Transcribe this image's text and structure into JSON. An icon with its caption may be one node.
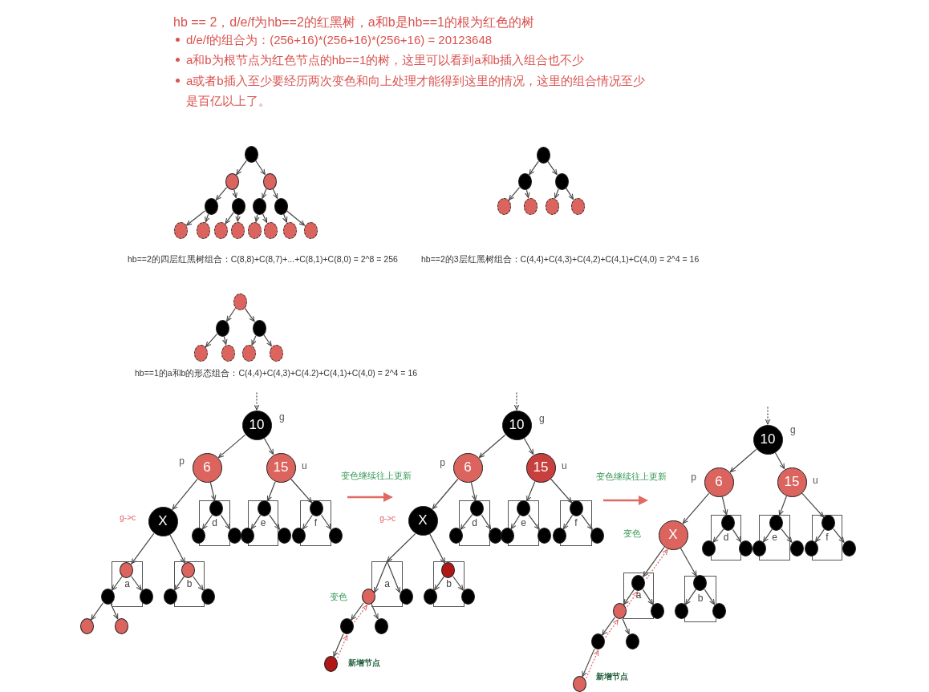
{
  "diagram": {
    "nodes": [
      {
        "text": [],
        "shape": "circle"
      },
      {
        "text": [],
        "shape": "circle"
      },
      {
        "text": [],
        "shape": "circle"
      },
      {
        "text": [],
        "shape": "circle"
      },
      {
        "text": [],
        "shape": "circle"
      },
      {
        "text": [],
        "shape": "circle"
      },
      {
        "text": [],
        "shape": "circle"
      },
      {
        "text": [],
        "shape": "circle"
      },
      {
        "text": [],
        "shape": "circle"
      },
      {
        "text": [],
        "shape": "circle"
      },
      {
        "text": [],
        "shape": "circle"
      },
      {
        "text": [],
        "shape": "circle"
      },
      {
        "text": [],
        "shape": "circle"
      },
      {
        "text": [],
        "shape": "circle"
      },
      {
        "text": [],
        "shape": "circle"
      },
      {
        "text": [],
        "shape": "circle"
      },
      {
        "text": [],
        "shape": "circle"
      },
      {
        "text": [],
        "shape": "circle"
      },
      {
        "text": [],
        "shape": "circle"
      },
      {
        "text": [],
        "shape": "circle"
      },
      {
        "text": [],
        "shape": "circle"
      },
      {
        "text": [],
        "shape": "circle"
      },
      {
        "text": [],
        "shape": "circle"
      },
      {
        "text": [],
        "shape": "circle"
      },
      {
        "text": [],
        "shape": "circle"
      },
      {
        "text": [],
        "shape": "circle"
      },
      {
        "text": [],
        "shape": "circle"
      },
      {
        "text": [],
        "shape": "circle"
      },
      {
        "text": [],
        "shape": "circle"
      },
      {
        "text": [
          "10"
        ],
        "beside": [
          "g"
        ]
      },
      {
        "text": [
          "6"
        ],
        "beside": [
          "p"
        ]
      },
      {
        "text": [
          "15"
        ],
        "beside": [
          "u"
        ]
      },
      {
        "text": [
          "X"
        ],
        "beside": [
          "g->c"
        ]
      },
      {
        "text": [
          "d"
        ]
      },
      {
        "text": [],
        "shape": "circle",
        "in": 33
      },
      {
        "text": [],
        "shape": "circle"
      },
      {
        "text": [],
        "shape": "circle"
      },
      {
        "text": [
          "e"
        ]
      },
      {
        "text": [],
        "shape": "circle",
        "in": 37
      },
      {
        "text": [],
        "shape": "circle"
      },
      {
        "text": [],
        "shape": "circle"
      },
      {
        "text": [
          "f"
        ]
      },
      {
        "text": [],
        "shape": "circle",
        "in": 41
      },
      {
        "text": [],
        "shape": "circle"
      },
      {
        "text": [],
        "shape": "circle"
      },
      {
        "text": [
          "a"
        ]
      },
      {
        "text": [],
        "shape": "circle",
        "in": 45
      },
      {
        "text": [],
        "shape": "circle"
      },
      {
        "text": [],
        "shape": "circle"
      },
      {
        "text": [
          "b"
        ]
      },
      {
        "text": [],
        "shape": "circle",
        "in": 49
      },
      {
        "text": [],
        "shape": "circle"
      },
      {
        "text": [],
        "shape": "circle"
      },
      {
        "text": [],
        "shape": "circle"
      },
      {
        "text": [],
        "shape": "circle"
      },
      {
        "text": [
          "10"
        ],
        "beside": [
          "g"
        ]
      },
      {
        "text": [
          "6"
        ],
        "beside": [
          "p"
        ]
      },
      {
        "text": [
          "15"
        ],
        "beside": [
          "u"
        ]
      },
      {
        "text": [
          "X"
        ],
        "beside": [
          "g->c"
        ]
      },
      {
        "text": [
          "d"
        ]
      },
      {
        "text": [],
        "shape": "circle",
        "in": 59
      },
      {
        "text": [],
        "shape": "circle"
      },
      {
        "text": [],
        "shape": "circle"
      },
      {
        "text": [
          "e"
        ]
      },
      {
        "text": [],
        "shape": "circle",
        "in": 63
      },
      {
        "text": [],
        "shape": "circle"
      },
      {
        "text": [],
        "shape": "circle"
      },
      {
        "text": [
          "f"
        ]
      },
      {
        "text": [],
        "shape": "circle",
        "in": 67
      },
      {
        "text": [],
        "shape": "circle"
      },
      {
        "text": [],
        "shape": "circle"
      },
      {
        "text": [
          "a"
        ]
      },
      {
        "text": [],
        "shape": "circle"
      },
      {
        "text": [],
        "shape": "circle",
        "beside": [
          "变色"
        ]
      },
      {
        "text": [],
        "shape": "circle"
      },
      {
        "text": [],
        "shape": "circle"
      },
      {
        "text": [],
        "shape": "circle",
        "beside": [
          "新增节点"
        ]
      },
      {
        "text": [
          "b"
        ]
      },
      {
        "text": [],
        "shape": "circle",
        "in": 77
      },
      {
        "text": [],
        "shape": "circle"
      },
      {
        "text": [],
        "shape": "circle"
      },
      {
        "text": [
          "10"
        ],
        "beside": [
          "g"
        ]
      },
      {
        "text": [
          "6"
        ],
        "beside": [
          "p"
        ]
      },
      {
        "text": [
          "15"
        ],
        "beside": [
          "u"
        ]
      },
      {
        "text": [
          "X"
        ],
        "beside": [
          "变色"
        ]
      },
      {
        "text": [
          "d"
        ]
      },
      {
        "text": [],
        "shape": "circle",
        "in": 85
      },
      {
        "text": [],
        "shape": "circle"
      },
      {
        "text": [],
        "shape": "circle"
      },
      {
        "text": [
          "e"
        ]
      },
      {
        "text": [],
        "shape": "circle",
        "in": 89
      },
      {
        "text": [],
        "shape": "circle"
      },
      {
        "text": [],
        "shape": "circle"
      },
      {
        "text": [
          "f"
        ]
      },
      {
        "text": [],
        "shape": "circle",
        "in": 93
      },
      {
        "text": [],
        "shape": "circle"
      },
      {
        "text": [],
        "shape": "circle"
      },
      {
        "text": [
          "a"
        ]
      },
      {
        "text": [],
        "shape": "circle",
        "in": 97
      },
      {
        "text": [],
        "shape": "circle"
      },
      {
        "text": [],
        "shape": "circle"
      },
      {
        "text": [],
        "shape": "circle"
      },
      {
        "text": [],
        "shape": "circle"
      },
      {
        "text": [],
        "shape": "circle",
        "beside": [
          "新增节点"
        ]
      },
      {
        "text": [
          "b"
        ]
      },
      {
        "text": [],
        "shape": "circle",
        "in": 104
      },
      {
        "text": [],
        "shape": "circle"
      },
      {
        "text": [],
        "shape": "circle"
      }
    ],
    "edges": [
      {
        "from": 0,
        "to": 1,
        "arrow": "to"
      },
      {
        "from": 0,
        "to": 2,
        "arrow": "to"
      },
      {
        "from": 1,
        "to": 3,
        "arrow": "to"
      },
      {
        "from": 1,
        "to": 4,
        "arrow": "to"
      },
      {
        "from": 2,
        "to": 5,
        "arrow": "to"
      },
      {
        "from": 2,
        "to": 6,
        "arrow": "to"
      },
      {
        "from": 3,
        "to": 7,
        "arrow": "to"
      },
      {
        "from": 3,
        "to": 8,
        "arrow": "to"
      },
      {
        "from": 4,
        "to": 9,
        "arrow": "to"
      },
      {
        "from": 4,
        "to": 10,
        "arrow": "to"
      },
      {
        "from": 5,
        "to": 11,
        "arrow": "to"
      },
      {
        "from": 5,
        "to": 12,
        "arrow": "to"
      },
      {
        "from": 6,
        "to": 13,
        "arrow": "to"
      },
      {
        "from": 6,
        "to": 14,
        "arrow": "to"
      },
      {
        "from": 15,
        "to": 16,
        "arrow": "to"
      },
      {
        "from": 15,
        "to": 17,
        "arrow": "to"
      },
      {
        "from": 16,
        "to": 18,
        "arrow": "to"
      },
      {
        "from": 16,
        "to": 19,
        "arrow": "to"
      },
      {
        "from": 17,
        "to": 20,
        "arrow": "to"
      },
      {
        "from": 17,
        "to": 21,
        "arrow": "to"
      },
      {
        "from": 22,
        "to": 23,
        "arrow": "to"
      },
      {
        "from": 22,
        "to": 24,
        "arrow": "to"
      },
      {
        "from": 23,
        "to": 25,
        "arrow": "to"
      },
      {
        "from": 23,
        "to": 26,
        "arrow": "to"
      },
      {
        "from": 24,
        "to": 27,
        "arrow": "to"
      },
      {
        "from": 24,
        "to": 28,
        "arrow": "to"
      },
      {
        "from": null,
        "to": 29,
        "arrow": "to",
        "style": "dashed"
      },
      {
        "from": 29,
        "to": 30,
        "arrow": "to"
      },
      {
        "from": 29,
        "to": 31,
        "arrow": "to"
      },
      {
        "from": 30,
        "to": 32,
        "arrow": "to"
      },
      {
        "from": 30,
        "to": 34,
        "arrow": "to"
      },
      {
        "from": 31,
        "to": 38,
        "arrow": "to"
      },
      {
        "from": 31,
        "to": 42,
        "arrow": "to"
      },
      {
        "from": 32,
        "to": 46,
        "arrow": "to"
      },
      {
        "from": 32,
        "to": 50,
        "arrow": "to"
      },
      {
        "from": 34,
        "to": 35,
        "arrow": "to"
      },
      {
        "from": 34,
        "to": 36,
        "arrow": "to"
      },
      {
        "from": 38,
        "to": 39,
        "arrow": "to"
      },
      {
        "from": 38,
        "to": 40,
        "arrow": "to"
      },
      {
        "from": 42,
        "to": 43,
        "arrow": "to"
      },
      {
        "from": 42,
        "to": 44,
        "arrow": "to"
      },
      {
        "from": 46,
        "to": 47,
        "arrow": "to"
      },
      {
        "from": 46,
        "to": 48,
        "arrow": "to"
      },
      {
        "from": 50,
        "to": 51,
        "arrow": "to"
      },
      {
        "from": 50,
        "to": 52,
        "arrow": "to"
      },
      {
        "from": 47,
        "to": 53,
        "arrow": "to"
      },
      {
        "from": 47,
        "to": 54,
        "arrow": "to"
      },
      {
        "from": null,
        "to": 55,
        "arrow": "to",
        "style": "dashed"
      },
      {
        "from": 55,
        "to": 56,
        "arrow": "to"
      },
      {
        "from": 55,
        "to": 57,
        "arrow": "to"
      },
      {
        "from": 56,
        "to": 58,
        "arrow": "to"
      },
      {
        "from": 56,
        "to": 60,
        "arrow": "to"
      },
      {
        "from": 57,
        "to": 64,
        "arrow": "to"
      },
      {
        "from": 57,
        "to": 68,
        "arrow": "to"
      },
      {
        "from": 58,
        "to": 71,
        "arrow": "to"
      },
      {
        "from": 58,
        "to": 78,
        "arrow": "to"
      },
      {
        "from": 60,
        "to": 61,
        "arrow": "to"
      },
      {
        "from": 60,
        "to": 62,
        "arrow": "to"
      },
      {
        "from": 64,
        "to": 65,
        "arrow": "to"
      },
      {
        "from": 64,
        "to": 66,
        "arrow": "to"
      },
      {
        "from": 68,
        "to": 69,
        "arrow": "to"
      },
      {
        "from": 68,
        "to": 70,
        "arrow": "to"
      },
      {
        "from": 71,
        "to": 73,
        "arrow": "to"
      },
      {
        "from": 71,
        "to": 72,
        "arrow": "to"
      },
      {
        "from": 78,
        "to": 79,
        "arrow": "to"
      },
      {
        "from": 78,
        "to": 80,
        "arrow": "to"
      },
      {
        "from": 73,
        "to": 74,
        "arrow": "to"
      },
      {
        "from": 73,
        "to": 75,
        "arrow": "to"
      },
      {
        "from": 74,
        "to": 76,
        "arrow": "to"
      },
      {
        "from": 76,
        "to": 74,
        "arrow": "to",
        "style": "dashed",
        "color": "#e06060"
      },
      {
        "from": 74,
        "to": 73,
        "arrow": "to",
        "style": "dashed",
        "color": "#e06060"
      },
      {
        "from": null,
        "to": 81,
        "arrow": "to",
        "style": "dashed"
      },
      {
        "from": 81,
        "to": 82,
        "arrow": "to"
      },
      {
        "from": 81,
        "to": 83,
        "arrow": "to"
      },
      {
        "from": 82,
        "to": 84,
        "arrow": "to"
      },
      {
        "from": 82,
        "to": 86,
        "arrow": "to"
      },
      {
        "from": 83,
        "to": 90,
        "arrow": "to"
      },
      {
        "from": 83,
        "to": 94,
        "arrow": "to"
      },
      {
        "from": 84,
        "to": 98,
        "arrow": "to"
      },
      {
        "from": 84,
        "to": 105,
        "arrow": "to"
      },
      {
        "from": 86,
        "to": 87,
        "arrow": "to"
      },
      {
        "from": 86,
        "to": 88,
        "arrow": "to"
      },
      {
        "from": 90,
        "to": 91,
        "arrow": "to"
      },
      {
        "from": 90,
        "to": 92,
        "arrow": "to"
      },
      {
        "from": 94,
        "to": 95,
        "arrow": "to"
      },
      {
        "from": 94,
        "to": 96,
        "arrow": "to"
      },
      {
        "from": 98,
        "to": 100,
        "arrow": "to"
      },
      {
        "from": 98,
        "to": 99,
        "arrow": "to"
      },
      {
        "from": 105,
        "to": 106,
        "arrow": "to"
      },
      {
        "from": 105,
        "to": 107,
        "arrow": "to"
      },
      {
        "from": 100,
        "to": 101,
        "arrow": "to"
      },
      {
        "from": 100,
        "to": 102,
        "arrow": "to"
      },
      {
        "from": 101,
        "to": 103,
        "arrow": "to"
      },
      {
        "from": 103,
        "to": 101,
        "arrow": "to",
        "style": "dashed",
        "color": "#e06060"
      },
      {
        "from": 101,
        "to": 100,
        "arrow": "to",
        "style": "dashed",
        "color": "#e06060"
      },
      {
        "from": 100,
        "to": 98,
        "arrow": "to",
        "style": "dashed",
        "color": "#e06060"
      },
      {
        "from": 98,
        "to": 84,
        "arrow": "to",
        "style": "dashed",
        "color": "#e06060"
      }
    ],
    "labels": [
      "hb == 2，d/e/f为hb==2的红黑树，a和b是hb==1的根为红色的树",
      "d/e/f的组合为：(256+16)*(256+16)*(256+16) = 20123648",
      "a和b为根节点为红色节点的hb==1的树，这里可以看到a和b插入组合也不少",
      "a或者b插入至少要经历两次变色和向上处理才能得到这里的情况，这里的组合情况至少是百亿以上了。",
      "hb==2的四层红黑树组合：C(8,8)+C(8,7)+...+C(8,1)+C(8,0) = 2^8 = 256",
      "hb==2的3层红黑树组合：C(4,4)+C(4,3)+C(4,2)+C(4,1)+C(4,0) = 2^4 = 16",
      "hb==1的a和b的形态组合：C(4,4)+C(4,3)+C(4.2)+C(4,1)+C(4,0) = 2^4 = 16",
      "变色继续往上更新",
      "变色继续往上更新"
    ]
  }
}
